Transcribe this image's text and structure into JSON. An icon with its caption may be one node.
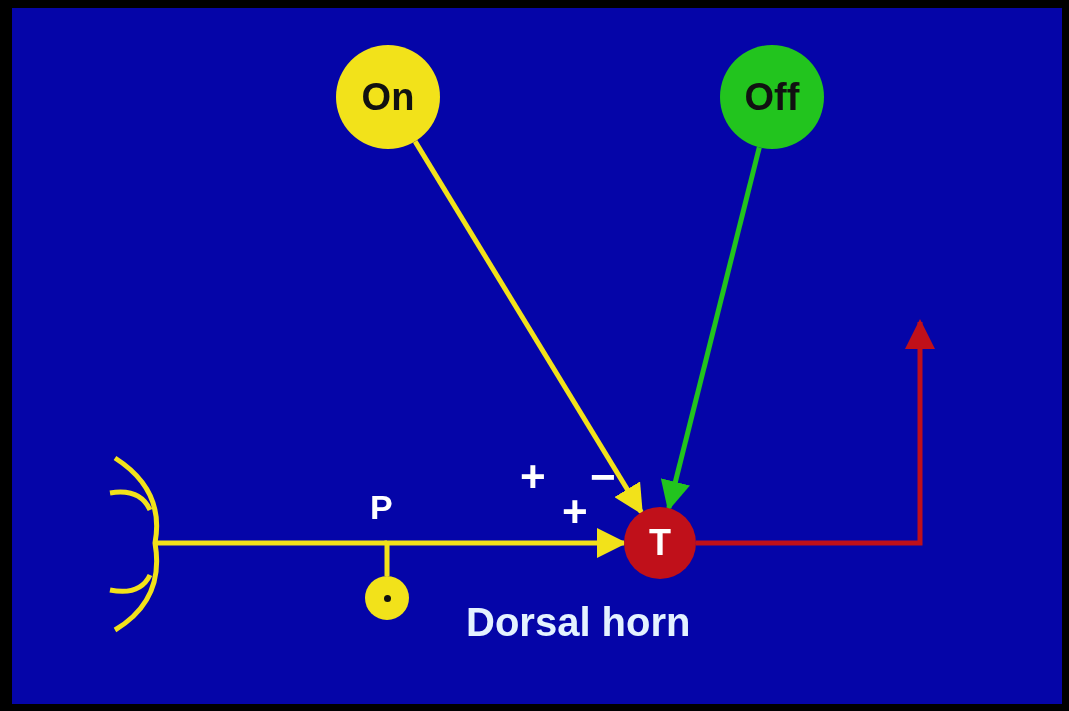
{
  "diagram": {
    "nodes": [
      {
        "text": [
          "On"
        ]
      },
      {
        "text": [
          "Off"
        ]
      },
      {
        "text": [
          "T"
        ]
      },
      {
        "text": [],
        "shape": "circle",
        "beside": [
          "P"
        ]
      }
    ],
    "edges": [
      {
        "from": 0,
        "to": 2,
        "arrow": "to",
        "label": "+",
        "color": "#f2e21a"
      },
      {
        "from": 1,
        "to": 2,
        "arrow": "to",
        "label": "−",
        "color": "#22c41e"
      },
      {
        "from": 3,
        "to": 2,
        "arrow": "to",
        "label": "+",
        "color": "#f2e21a"
      },
      {
        "from": 2,
        "to": null,
        "arrow": "to",
        "color": "#c0101a"
      }
    ],
    "labels": [
      "Dorsal horn"
    ]
  }
}
